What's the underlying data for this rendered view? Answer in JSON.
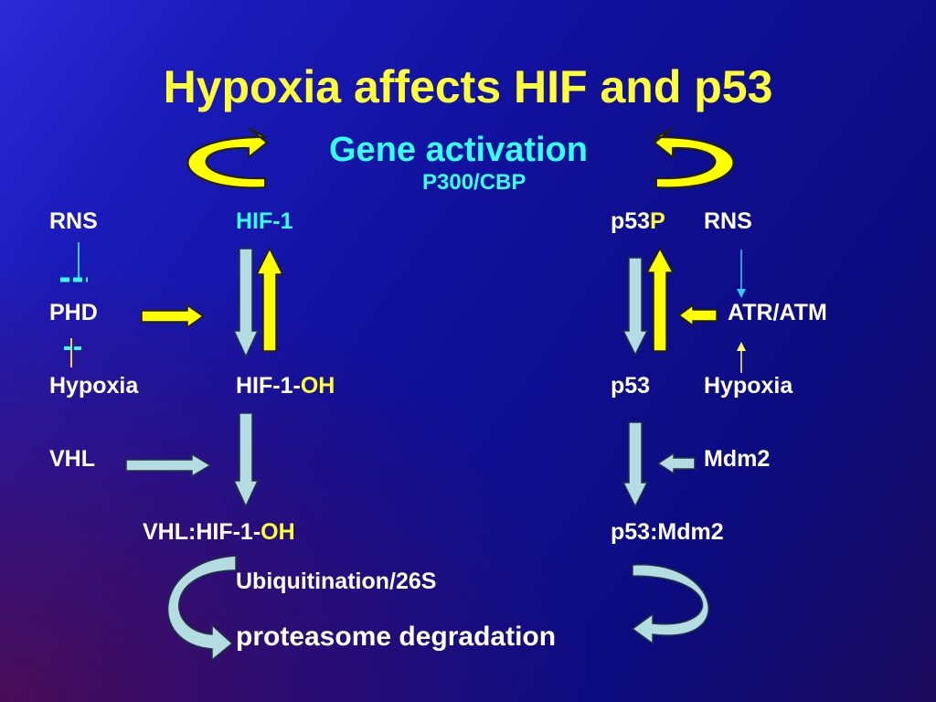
{
  "title": "Hypoxia affects HIF and p53",
  "gene_activation": "Gene activation",
  "cofactor": "P300/CBP",
  "hif": {
    "rns": "RNS",
    "phd": "PHD",
    "hypoxia": "Hypoxia",
    "vhl": "VHL",
    "hif1": "HIF-1",
    "hif1oh_prefix": "HIF-1-",
    "hif1oh_suffix": "OH",
    "vhl_complex_prefix": "VHL:HIF-1-",
    "vhl_complex_suffix": "OH"
  },
  "p53": {
    "p53p_prefix": "p53",
    "p53p_suffix": "P",
    "rns": "RNS",
    "atr_atm": "ATR/ATM",
    "p53": "p53",
    "hypoxia": "Hypoxia",
    "mdm2": "Mdm2",
    "complex": "p53:Mdm2"
  },
  "degradation": {
    "line1": "Ubiquitination/26S",
    "line2": "proteasome degradation"
  },
  "colors": {
    "title": "#ffff33",
    "accent": "#33ffff",
    "arrow_yellow": "#ffff00",
    "arrow_pale": "#b3dde0"
  }
}
